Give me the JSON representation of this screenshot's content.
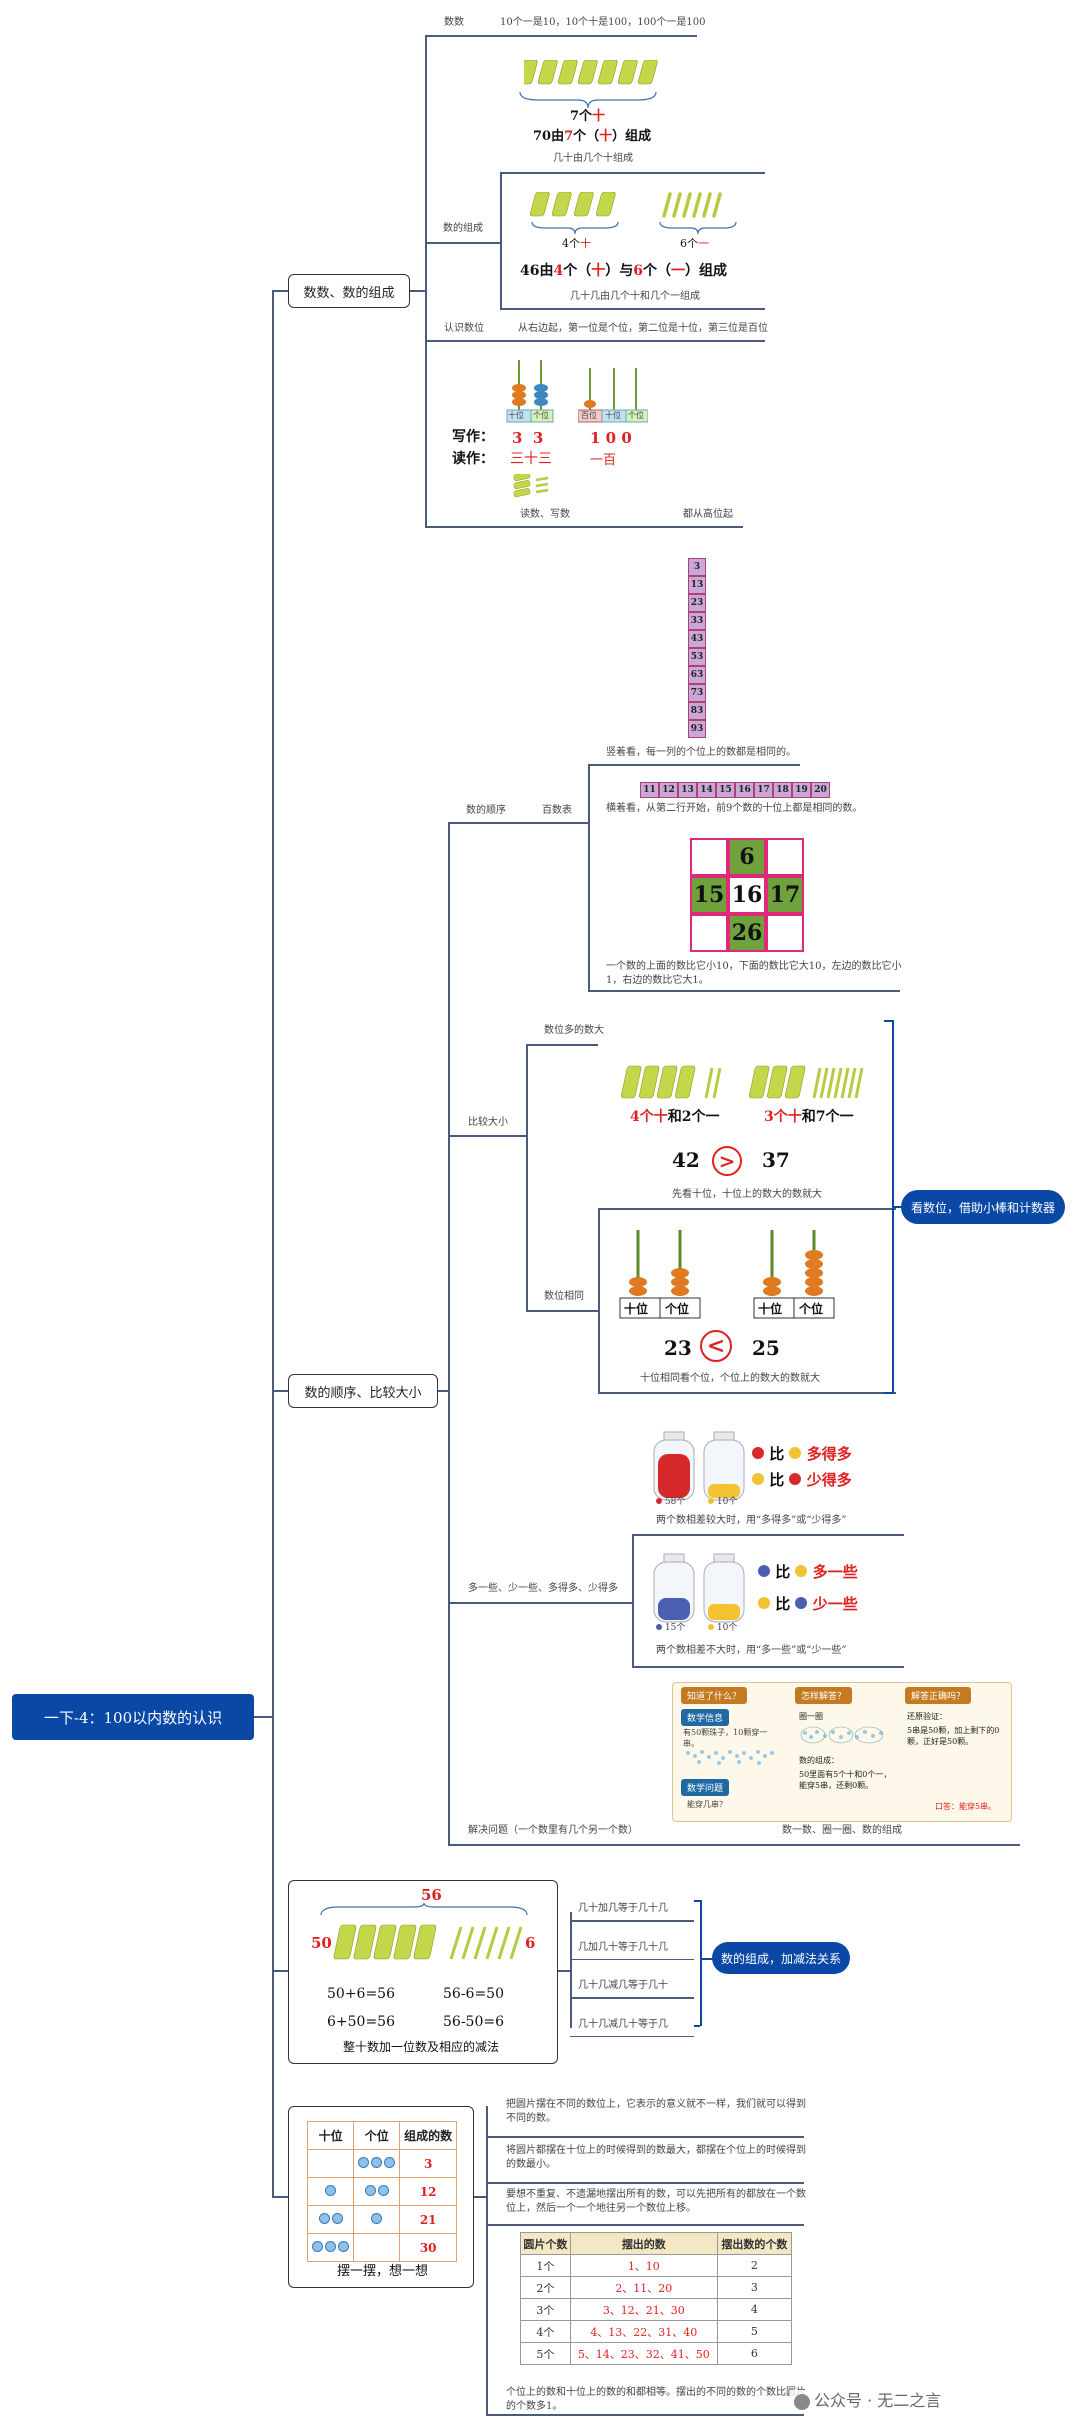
{
  "root": {
    "title": "一下-4：100以内数的认识"
  },
  "branches": {
    "b1": {
      "title": "数数、数的组成"
    },
    "b2": {
      "title": "数的顺序、比较大小"
    },
    "b3": {
      "caption": "整十数加一位数及相应的减法",
      "hub": "数的组成，加减法关系"
    },
    "b4": {
      "caption": "摆一摆，想一想"
    }
  },
  "counting": {
    "label": "数数",
    "text": "10个一是10，10个十是100，100个一是100",
    "n7": "7个十",
    "n7_prefix": "7个",
    "n7_red": "十",
    "n70": "70由7个（十）组成",
    "n70_a": "70由",
    "n70_b": "7",
    "n70_c": "个（",
    "n70_d": "十",
    "n70_e": "）组成",
    "sub": "几十由几个十组成"
  },
  "composition": {
    "label": "数的组成",
    "four_a": "4个",
    "four_b": "十",
    "six_a": "6个",
    "six_b": "一",
    "line_a": "46由",
    "line_b": "4",
    "line_c": "个（",
    "line_d": "十",
    "line_e": "）与",
    "line_f": "6",
    "line_g": "个（",
    "line_h": "一",
    "line_i": "）组成",
    "sub": "几十几由几个十和几个一组成"
  },
  "place": {
    "label": "认识数位",
    "text": "从右边起，第一位是个位，第二位是十位，第三位是百位",
    "tens": "十位",
    "ones": "个位",
    "hundreds": "百位",
    "write": "写作：",
    "read": "读作：",
    "w1": "3  3",
    "r1": "三十三",
    "w2": "1 0 0",
    "r2": "一百",
    "sub1": "读数、写数",
    "sub2": "都从高位起"
  },
  "order": {
    "label": "数的顺序",
    "table_label": "百数表",
    "column": [
      "3",
      "13",
      "23",
      "33",
      "43",
      "53",
      "63",
      "73",
      "83",
      "93"
    ],
    "col_text": "竖着看，每一列的个位上的数都是相同的。",
    "row": [
      "11",
      "12",
      "13",
      "14",
      "15",
      "16",
      "17",
      "18",
      "19",
      "20"
    ],
    "row_text": "横着看，从第二行开始，前9个数的十位上都是相同的数。",
    "grid": {
      "top": "6",
      "left": "15",
      "center": "16",
      "right": "17",
      "bottom": "26"
    },
    "grid_text": "一个数的上面的数比它小10，下面的数比它大10，左边的数比它小1，右边的数比它大1。"
  },
  "compare": {
    "label": "比较大小",
    "diff_label": "数位多的数大",
    "a1": "4个",
    "a2": "十",
    "a3": "和2个一",
    "b1": "3个",
    "b2": "十",
    "b3": "和7个一",
    "n1": "42",
    "op1": ">",
    "n2": "37",
    "diff_text": "先看十位，十位上的数大的数就大",
    "same_label": "数位相同",
    "tens": "十位",
    "ones": "个位",
    "n3": "23",
    "op2": "<",
    "n4": "25",
    "same_text": "十位相同看个位，个位上的数大的数就大",
    "hub": "看数位，借助小棒和计数器"
  },
  "more": {
    "label": "多一些、少一些、多得多、少得多",
    "bi": "比",
    "much_more": "多得多",
    "much_less": "少得多",
    "c58": "58个",
    "c10": "10个",
    "text1": "两个数相差较大时，用“多得多”或“少得多”",
    "c15": "15个",
    "c10b": "10个",
    "bit_more": "多一些",
    "bit_less": "少一些",
    "text2": "两个数相差不大时，用“多一些”或“少一些”"
  },
  "problem": {
    "label": "解决问题（一个数里有几个另一个数）",
    "sub": "数一数、圈一圈、数的组成",
    "h1": "知道了什么？",
    "h2": "怎样解答？",
    "h3": "解答正确吗？",
    "info": "数学信息",
    "info_text": "有50颗珠子，10颗穿一串。",
    "question": "数学问题",
    "question_text": "能穿几串？",
    "circle": "圈一圈",
    "comp": "数的组成：",
    "comp_text": "50里面有5个十和0个一，能穿5串，还剩0颗。",
    "check": "还原验证：",
    "check_text": "5串是50颗，加上剩下的0颗，正好是50颗。",
    "answer": "口答：能穿5串。"
  },
  "addsub": {
    "top": "56",
    "left": "50",
    "right": "6",
    "e1": "50+6=56",
    "e2": "56-6=50",
    "e3": "6+50=56",
    "e4": "56-50=6",
    "rules": [
      "几十加几等于几十几",
      "几加几十等于几十几",
      "几十几减几等于几十",
      "几十几减几十等于几"
    ]
  },
  "arrange": {
    "headers": [
      "十位",
      "个位",
      "组成的数"
    ],
    "rows": [
      {
        "tens": 0,
        "ones": 3,
        "num": "3"
      },
      {
        "tens": 1,
        "ones": 2,
        "num": "12"
      },
      {
        "tens": 2,
        "ones": 1,
        "num": "21"
      },
      {
        "tens": 3,
        "ones": 0,
        "num": "30"
      }
    ],
    "note1": "把圆片摆在不同的数位上，它表示的意义就不一样，我们就可以得到不同的数。",
    "note2": "将圆片都摆在十位上的时候得到的数最大，都摆在个位上的时候得到的数最小。",
    "note3": "要想不重复、不遗漏地摆出所有的数，可以先把所有的都放在一个数位上，然后一个一个地往另一个数位上移。",
    "t_headers": [
      "圆片个数",
      "摆出的数",
      "摆出数的个数"
    ],
    "t_rows": [
      [
        "1个",
        "1、10",
        "2"
      ],
      [
        "2个",
        "2、11、20",
        "3"
      ],
      [
        "3个",
        "3、12、21、30",
        "4"
      ],
      [
        "4个",
        "4、13、22、31、40",
        "5"
      ],
      [
        "5个",
        "5、14、23、32、41、50",
        "6"
      ]
    ],
    "note4": "个位上的数和十位上的数的和都相等。摆出的不同的数的个数比圆片的个数多1。",
    "watermark": "公众号 · 无二之言"
  }
}
